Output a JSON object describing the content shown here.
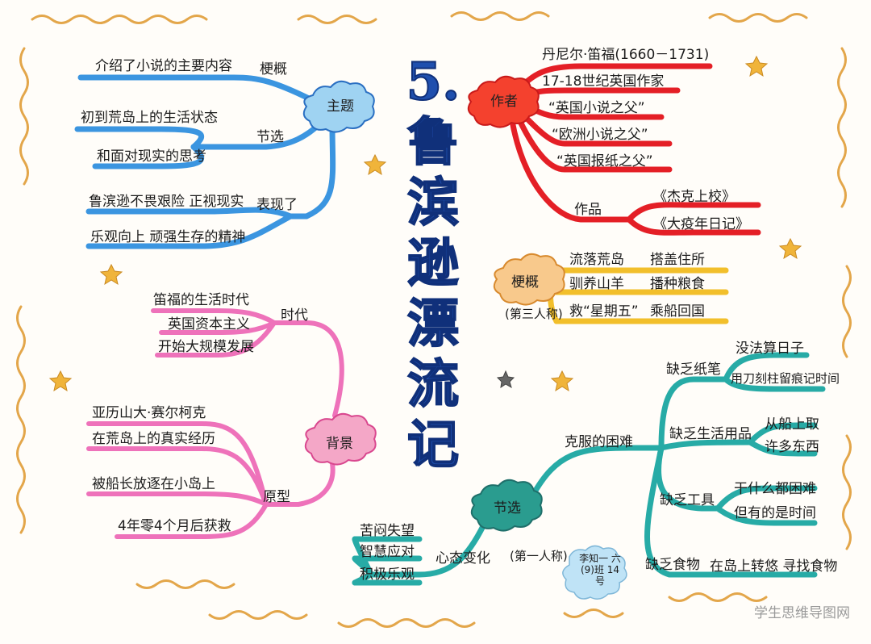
{
  "title_chars": [
    "5.",
    "鲁",
    "滨",
    "逊",
    "漂",
    "流",
    "记"
  ],
  "theme": {
    "center": "主题",
    "summary": "介绍了小说的主要内容",
    "summary_tag": "梗概",
    "plot_1": "初到荒岛上的生活状态",
    "plot_2": "和面对现实的思考",
    "plot_tag": "节选",
    "show_1": "鲁滨逊不畏艰险 正视现实",
    "show_2": "乐观向上 顽强生存的精神",
    "show_tag": "表现了"
  },
  "author": {
    "center": "作者",
    "name": "丹尼尔·笛福(1660－1731)",
    "items": [
      "17-18世纪英国作家",
      "“英国小说之父”",
      "“欧洲小说之父”",
      "“英国报纸之父”"
    ],
    "works_tag": "作品",
    "works": [
      "《杰克上校》",
      "《大疫年日记》"
    ]
  },
  "synopsis": {
    "center": "梗概",
    "note": "(第三人称)",
    "left": [
      "流落荒岛",
      "驯养山羊",
      "救“星期五”"
    ],
    "right": [
      "搭盖住所",
      "播种粮食",
      "乘船回国"
    ]
  },
  "background": {
    "center": "背景",
    "era_tag": "时代",
    "era": [
      "笛福的生活时代",
      "英国资本主义",
      "开始大规模发展"
    ],
    "proto_tag": "原型",
    "proto": [
      "亚历山大·赛尔柯克",
      "在荒岛上的真实经历",
      "被船长放逐在小岛上",
      "4年零4个月后获救"
    ]
  },
  "excerpt": {
    "center": "节选",
    "note": "(第一人称)",
    "difficulty_tag": "克服的困难",
    "lack_paper": "缺乏纸笔",
    "lack_paper_items": [
      "没法算日子",
      "用刀刻柱留痕记时间"
    ],
    "lack_goods": "缺乏生活用品",
    "lack_goods_items": [
      "从船上取",
      "许多东西"
    ],
    "lack_tools": "缺乏工具",
    "lack_tools_items": [
      "干什么都困难",
      "但有的是时间"
    ],
    "lack_food": "缺乏食物",
    "lack_food_item": "在岛上转悠 寻找食物",
    "mood_tag": "心态变化",
    "mood": [
      "苦闷失望",
      "智慧应对",
      "积极乐观"
    ],
    "sign": "李知一 六(9)班 14号"
  },
  "watermark": "学生思维导图网",
  "colors": {
    "theme": "#3b95e0",
    "author": "#e41f26",
    "synopsis": "#f2bf2b",
    "background": "#ee72ba",
    "excerpt": "#27aba6",
    "title": "#1f4fae",
    "border": "#e3a64a"
  }
}
